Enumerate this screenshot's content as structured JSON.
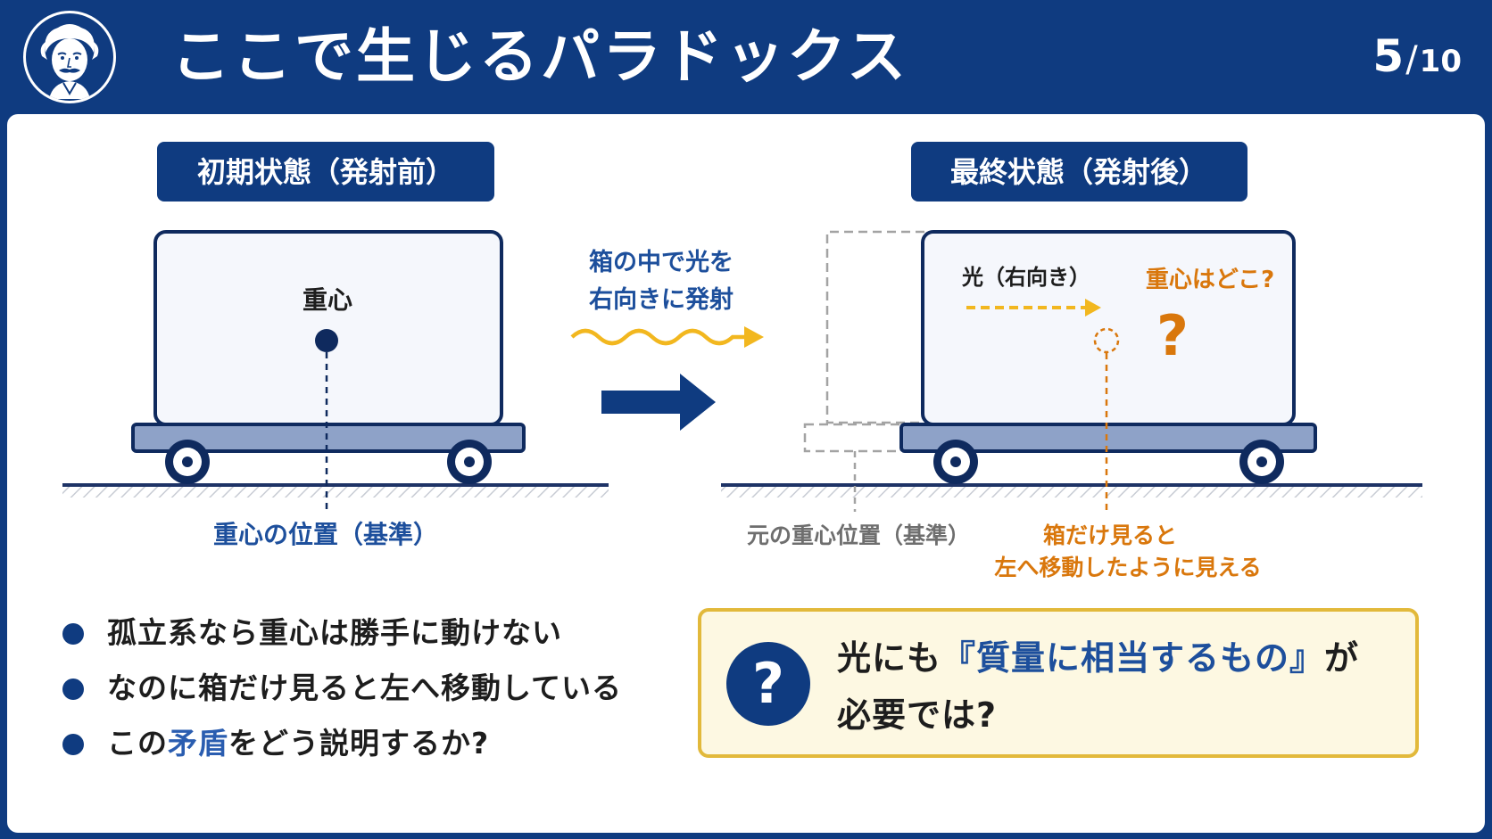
{
  "header": {
    "title": "ここで生じるパラドックス",
    "page_current": "5",
    "page_total": "10"
  },
  "diagram": {
    "left_label": "初期状態（発射前）",
    "right_label": "最終状態（発射後）",
    "left_com": "重心",
    "left_ref": "重心の位置（基準）",
    "emit_line1": "箱の中で光を",
    "emit_line2": "右向きに発射",
    "light_label": "光（右向き）",
    "question_label": "重心はどこ?",
    "question_mark": "?",
    "orig_ref": "元の重心位置（基準）",
    "shift_line1": "箱だけ見ると",
    "shift_line2": "左へ移動したように見える"
  },
  "bullets": {
    "b1": "孤立系なら重心は勝手に動けない",
    "b2": "なのに箱だけ見ると左へ移動している",
    "b3_pre": "この",
    "b3_hl": "矛盾",
    "b3_post": "をどう説明するか?"
  },
  "callout": {
    "icon": "?",
    "pre": "光にも",
    "em": "『質量に相当するもの』",
    "post1": "が",
    "line2": "必要では?"
  },
  "colors": {
    "navy": "#0f3b80",
    "orange": "#d9770c",
    "yellow": "#f2b71f",
    "callout_border": "#e2b93b"
  }
}
